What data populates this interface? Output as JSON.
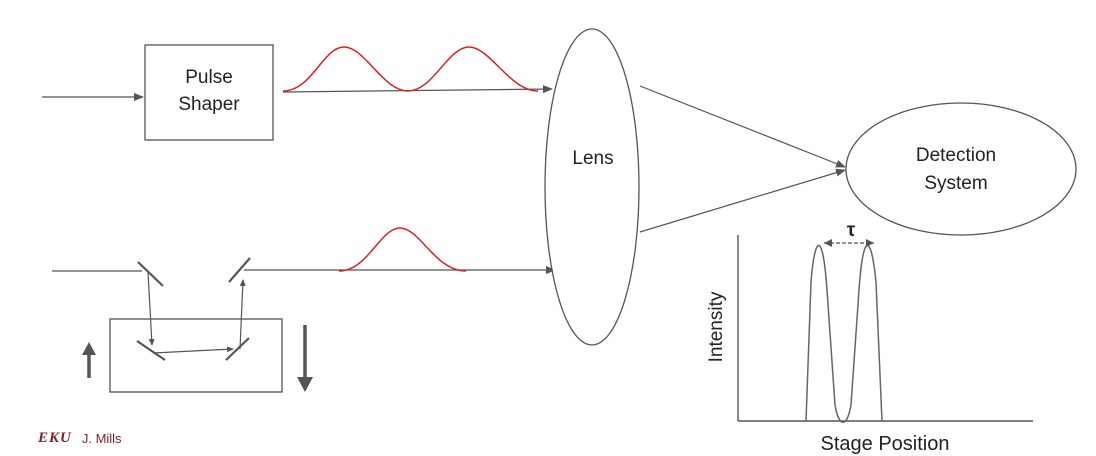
{
  "diagram": {
    "pulse_shaper_label_line1": "Pulse",
    "pulse_shaper_label_line2": "Shaper",
    "lens_label": "Lens",
    "detection_label_line1": "Detection",
    "detection_label_line2": "System",
    "plot_ylabel": "Intensity",
    "plot_xlabel": "Stage Position",
    "delay_symbol": "τ"
  },
  "footer": {
    "logo_text": "EKU",
    "author": "J. Mills"
  },
  "colors": {
    "line": "#555555",
    "pulse": "#e02020",
    "logo": "#7a1f2b"
  }
}
